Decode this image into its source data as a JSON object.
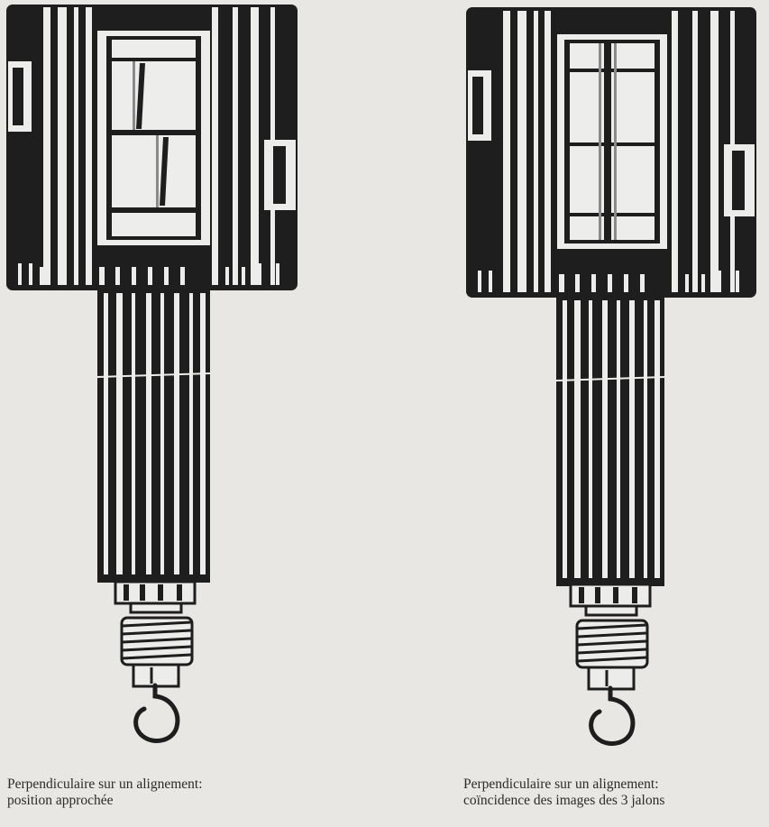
{
  "captions": {
    "left": {
      "line1": "Perpendiculaire sur un alignement:",
      "line2": "position approchée"
    },
    "right": {
      "line1": "Perpendiculaire sur un alignement:",
      "line2": "coïncidence des images des 3 jalons"
    }
  },
  "figures": {
    "left": {
      "icon": "optical-square-prism-instrument",
      "state": "approximate-position"
    },
    "right": {
      "icon": "optical-square-prism-instrument",
      "state": "images-coincide"
    }
  },
  "colors": {
    "paper": "#e9e7e4",
    "ink": "#1e1e1e",
    "highlight": "#ededeb"
  }
}
